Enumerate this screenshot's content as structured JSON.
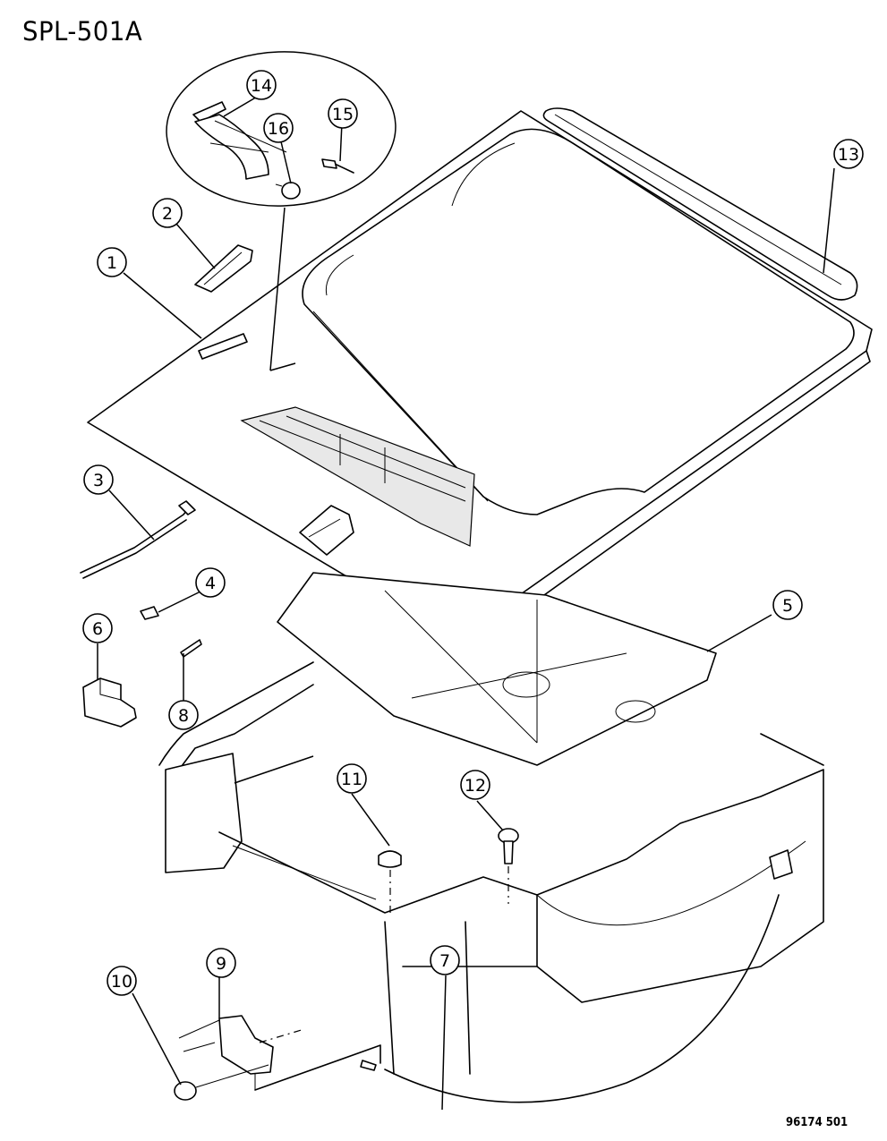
{
  "diagram": {
    "title": "SPL-501A",
    "drawing_code": "96174 501",
    "subject": "Hood assembly exploded view",
    "callouts": [
      {
        "id": "1",
        "label": "1"
      },
      {
        "id": "2",
        "label": "2"
      },
      {
        "id": "3",
        "label": "3"
      },
      {
        "id": "4",
        "label": "4"
      },
      {
        "id": "5",
        "label": "5"
      },
      {
        "id": "6",
        "label": "6"
      },
      {
        "id": "7",
        "label": "7"
      },
      {
        "id": "8",
        "label": "8"
      },
      {
        "id": "9",
        "label": "9"
      },
      {
        "id": "10",
        "label": "10"
      },
      {
        "id": "11",
        "label": "11"
      },
      {
        "id": "12",
        "label": "12"
      },
      {
        "id": "13",
        "label": "13"
      },
      {
        "id": "14",
        "label": "14"
      },
      {
        "id": "15",
        "label": "15"
      },
      {
        "id": "16",
        "label": "16"
      }
    ]
  }
}
